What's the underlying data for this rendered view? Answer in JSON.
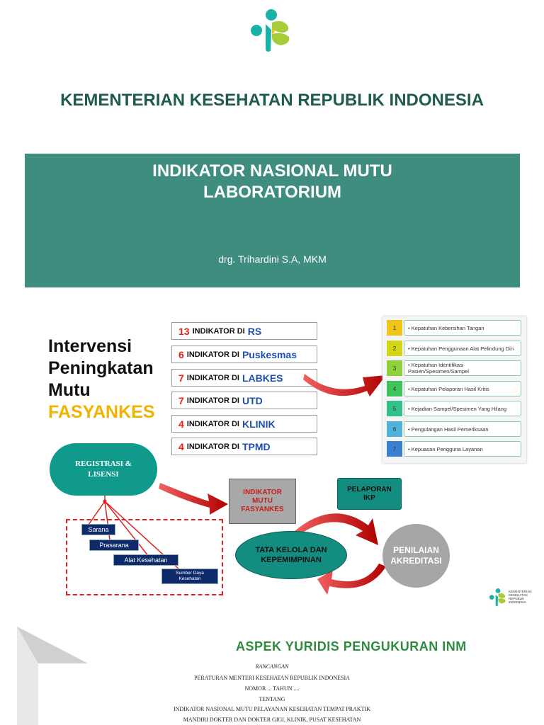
{
  "header": {
    "ministry": "KEMENTERIAN KESEHATAN REPUBLIK INDONESIA",
    "colors": {
      "teal": "#3f8d7f",
      "ministry_text": "#1f5a4e"
    }
  },
  "banner": {
    "title_line1": "INDIKATOR NASIONAL MUTU",
    "title_line2": "LABORATORIUM",
    "author": "drg. Trihardini S.A, MKM"
  },
  "intervention": {
    "line1": "Intervensi",
    "line2": "Peningkatan",
    "line3": "Mutu",
    "line4": "FASYANKES"
  },
  "indicators": [
    {
      "count": "13",
      "label": "INDIKATOR DI",
      "facility": "RS"
    },
    {
      "count": "6",
      "label": "INDIKATOR DI",
      "facility": "Puskesmas"
    },
    {
      "count": "7",
      "label": "INDIKATOR DI",
      "facility": "LABKES"
    },
    {
      "count": "7",
      "label": "INDIKATOR DI",
      "facility": "UTD"
    },
    {
      "count": "4",
      "label": "INDIKATOR DI",
      "facility": "KLINIK"
    },
    {
      "count": "4",
      "label": "INDIKATOR DI",
      "facility": "TPMD"
    }
  ],
  "lab_indicators": [
    {
      "num": "1",
      "text": "• Kepatuhan Kebersihan Tangan",
      "color": "#f0c419"
    },
    {
      "num": "2",
      "text": "• Kepatuhan Penggunaan Alat Pelindung Diri",
      "color": "#d4d614"
    },
    {
      "num": "3",
      "text": "• Kepatuhan Identifikasi Pasien/Spesimen/Sampel",
      "color": "#8fd13b"
    },
    {
      "num": "4",
      "text": "• Kepatuhan Pelaporan Hasil Kritis",
      "color": "#3ec45a"
    },
    {
      "num": "5",
      "text": "• Kejadian Sampel/Spesimen Yang Hilang",
      "color": "#34c08a"
    },
    {
      "num": "6",
      "text": "• Pengulangan Hasil Pemeriksaan",
      "color": "#4fb3d9"
    },
    {
      "num": "7",
      "text": "• Kepuasan Pengguna Layanan",
      "color": "#3a7fd0"
    }
  ],
  "flow": {
    "registration_line1": "REGISTRASI &",
    "registration_line2": "LISENSI",
    "sarana": "Sarana",
    "prasarana": "Prasarana",
    "alat": "Alat Kesehatan",
    "sdm_line1": "Sumber Daya",
    "sdm_line2": "Kesehatan",
    "imf_line1": "INDIKATOR",
    "imf_line2": "MUTU",
    "imf_line3": "FASYANKES",
    "ikp_line1": "PELAPORAN",
    "ikp_line2": "IKP",
    "tata_line1": "TATA KELOLA DAN",
    "tata_line2": "KEPEMIMPINAN",
    "pen_line1": "PENILAIAN",
    "pen_line2": "AKREDITASI"
  },
  "small_logo": {
    "line1": "KEMENTERIAN",
    "line2": "KESEHATAN",
    "line3": "REPUBLIK",
    "line4": "INDONESIA"
  },
  "aspek": {
    "title": "ASPEK YURIDIS PENGUKURAN INM"
  },
  "document": {
    "line1": "RANCANGAN",
    "line2": "PERATURAN MENTERI KESEHATAN REPUBLIK INDONESIA",
    "line3": "NOMOR ... TAHUN ....",
    "line4": "TENTANG",
    "line5": "INDIKATOR NASIONAL MUTU PELAYANAN KESEHATAN TEMPAT PRAKTIK",
    "line6": "MANDIRI DOKTER DAN DOKTER GIGI, KLINIK, PUSAT KESEHATAN"
  }
}
